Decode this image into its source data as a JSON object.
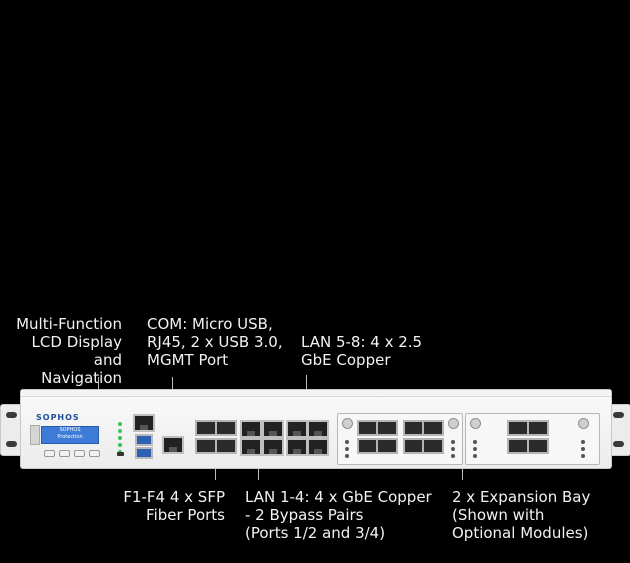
{
  "labels": {
    "lcd_display": "Multi-Function\nLCD Display and\nNavigation",
    "com": "COM: Micro USB,\nRJ45, 2 x USB 3.0,\nMGMT Port",
    "lan58": "LAN 5-8: 4 x 2.5\nGbE Copper",
    "sfp": "F1-F4 4 x SFP\nFiber Ports",
    "lan14": "LAN 1-4: 4 x GbE Copper\n- 2 Bypass Pairs\n(Ports 1/2 and 3/4)",
    "bay": "2 x Expansion Bay\n(Shown with\nOptional Modules)"
  },
  "device": {
    "brand": "SOPHOS",
    "lcd_text": "SOPHOS\nProtection"
  }
}
